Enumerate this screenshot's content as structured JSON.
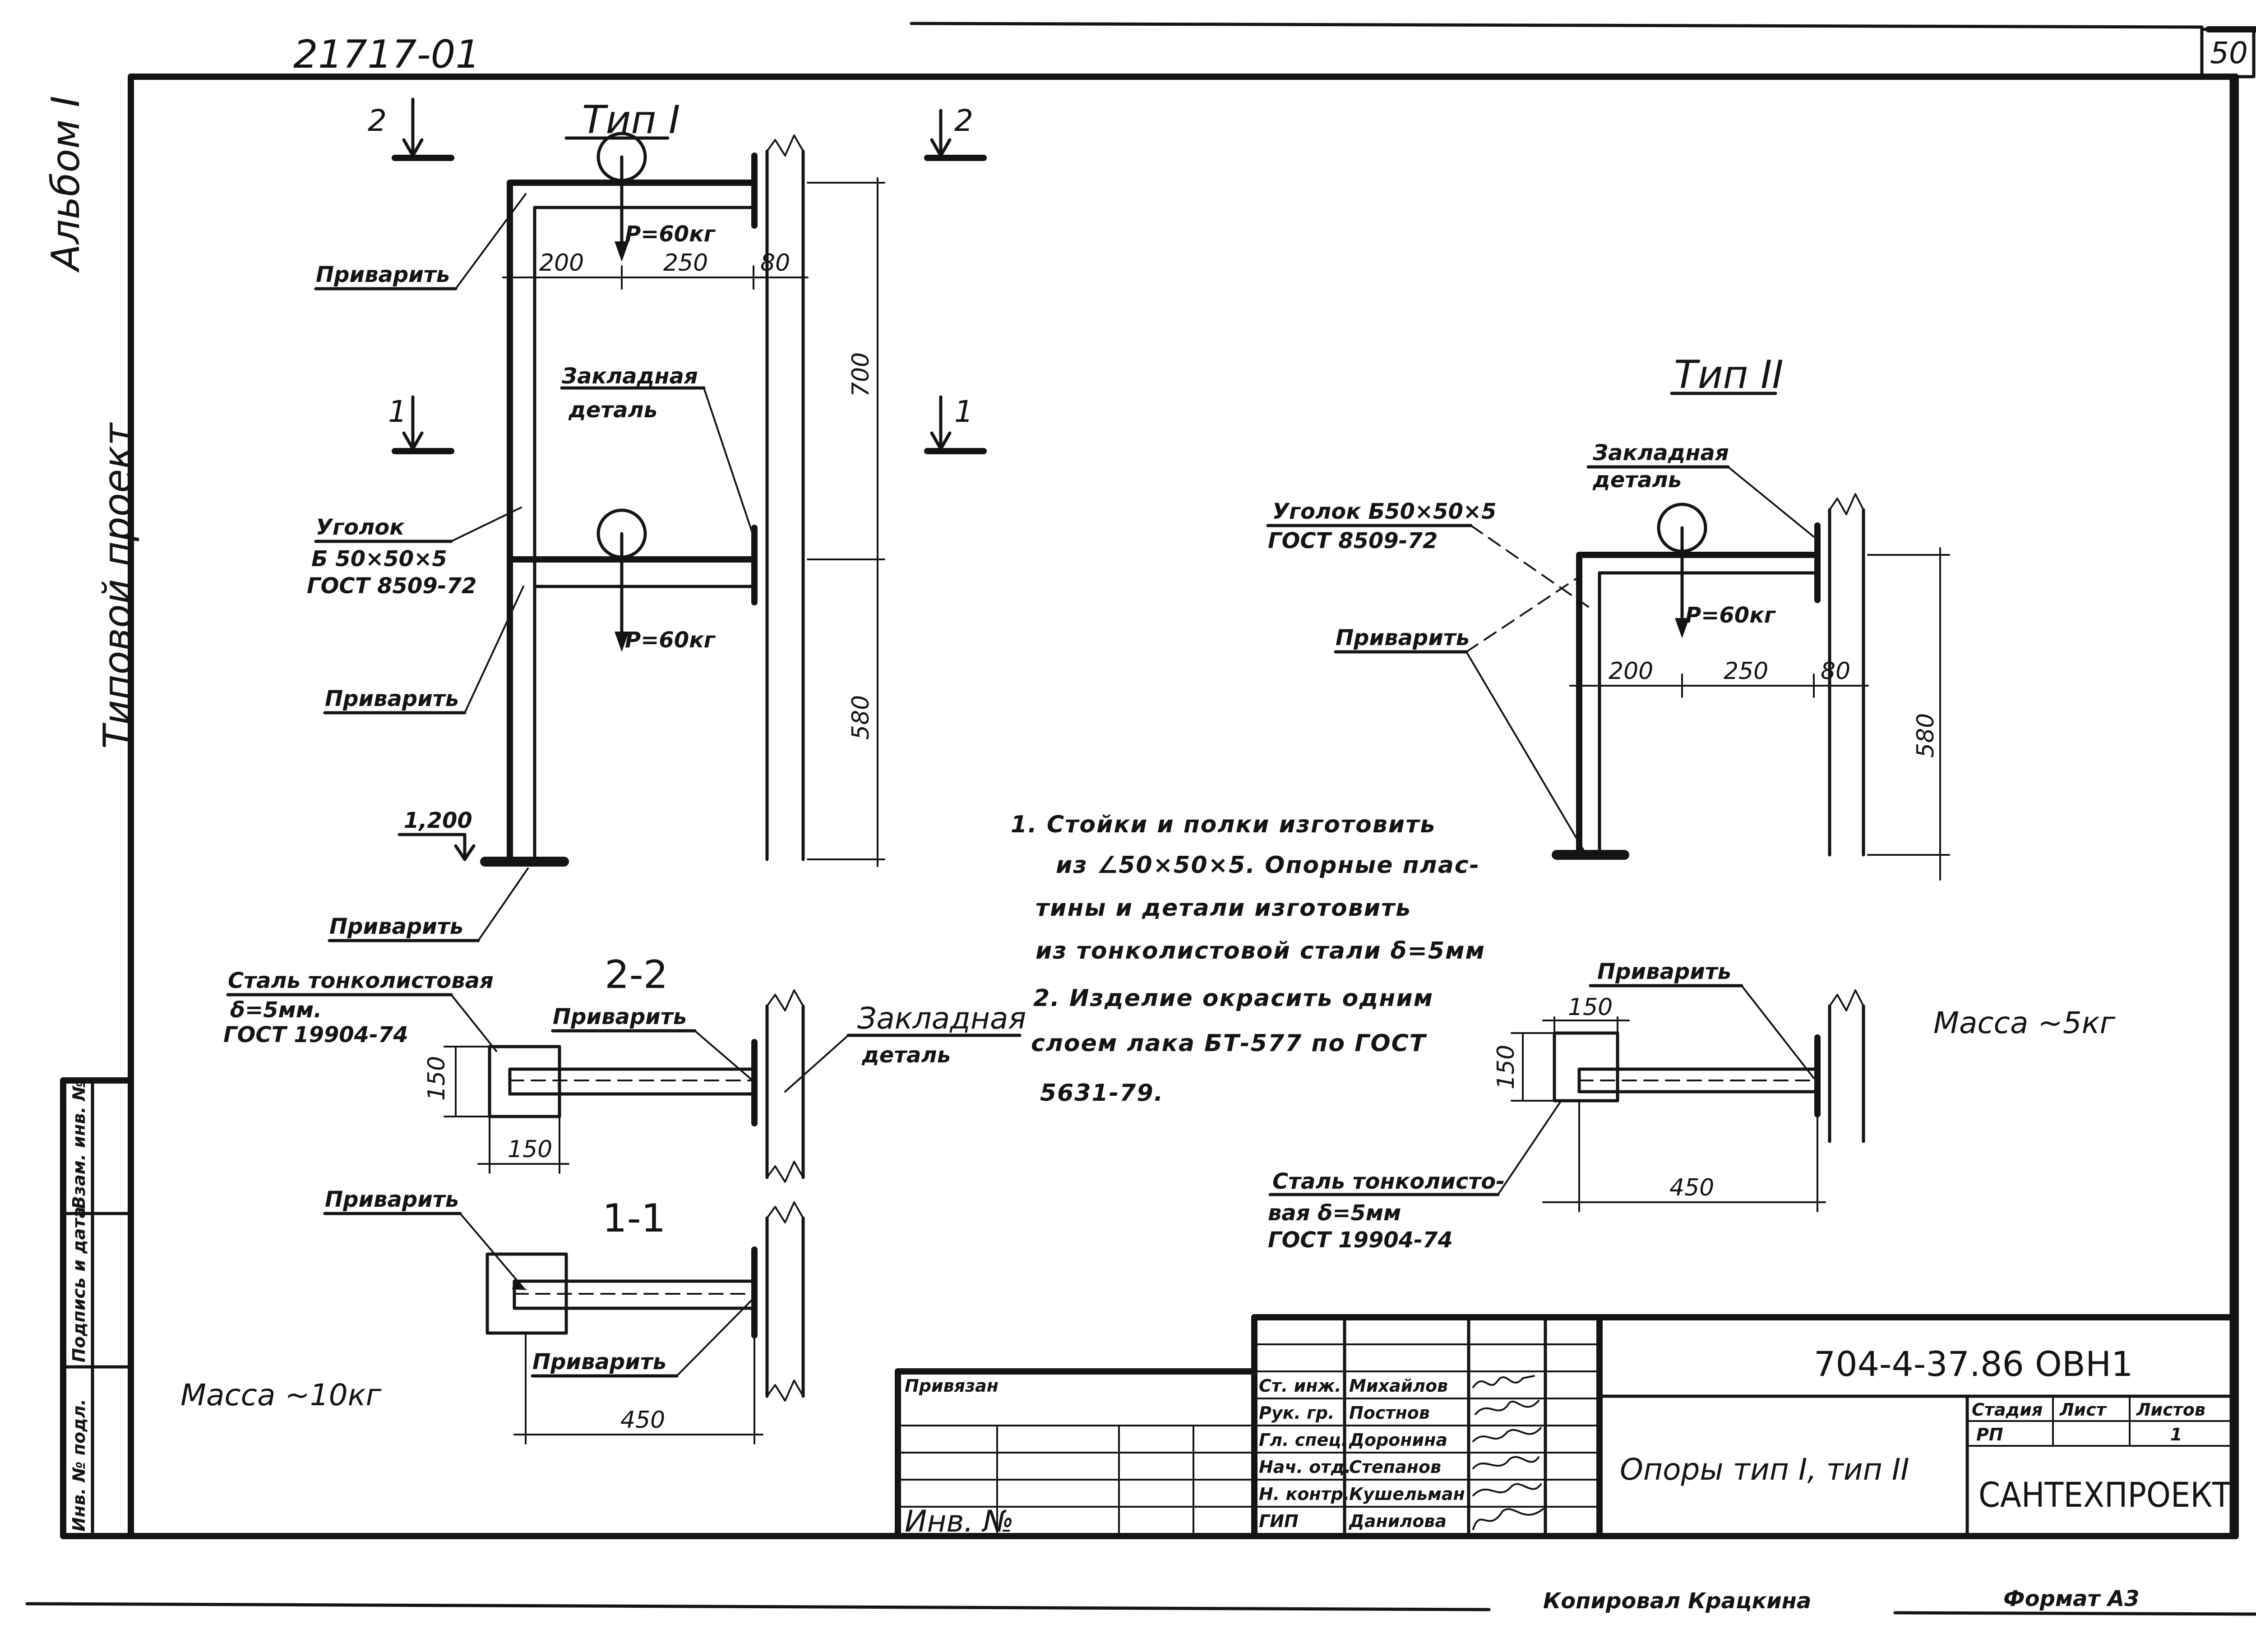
{
  "sheet": {
    "doc_ref": "21717-01",
    "sheet_no": "50",
    "album": "Альбом I",
    "project_kind": "Типовой проект"
  },
  "type1": {
    "title": "Тип I",
    "section_marks": [
      "2",
      "2",
      "1",
      "1"
    ],
    "load_top": "P=60кг",
    "load_mid": "P=60кг",
    "dims": [
      "200",
      "250",
      "80",
      "700",
      "580"
    ],
    "weld_1": "Приварить",
    "embedded_1": "Закладная",
    "embedded_2": "деталь",
    "angle_1": "Уголок",
    "angle_2": "Б 50×50×5",
    "angle_3": "ГОСТ 8509-72",
    "weld_2": "Приварить",
    "level": "1,200",
    "weld_3": "Приварить"
  },
  "section22": {
    "title": "2-2",
    "plate_1": "Сталь тонколистовая",
    "plate_2": "δ=5мм.",
    "plate_3": "ГОСТ 19904-74",
    "weld": "Приварить",
    "embedded_1": "Закладная",
    "embedded_2": "деталь",
    "dims": [
      "150",
      "150"
    ]
  },
  "section11": {
    "title": "1-1",
    "weld_1": "Приварить",
    "weld_2": "Приварить",
    "dim": "450",
    "mass": "Масса ~10кг"
  },
  "type2": {
    "title": "Тип II",
    "embedded_1": "Закладная",
    "embedded_2": "деталь",
    "angle_1": "Уголок Б50×50×5",
    "angle_2": "ГОСТ 8509-72",
    "load": "P=60кг",
    "weld": "Приварить",
    "dims": [
      "200",
      "250",
      "80",
      "580"
    ]
  },
  "section2": {
    "weld": "Приварить",
    "dims": [
      "150",
      "150",
      "450"
    ],
    "plate_1": "Сталь тонколисто-",
    "plate_2": "вая δ=5мм",
    "plate_3": "ГОСТ 19904-74",
    "mass": "Масса ~5кг"
  },
  "notes": [
    "1. Стойки и полки изготовить",
    "из ∠50×50×5. Опорные плас-",
    "тины и детали изготовить",
    "из тонколистовой стали δ=5мм",
    "2. Изделие окрасить одним",
    "слоем лака БТ-577 по ГОСТ",
    "5631-79."
  ],
  "title_block": {
    "designation": "704-4-37.86 ОВН1",
    "bound": "Привязан",
    "inv_no": "Инв. №",
    "roles": [
      "Ст. инж.",
      "Рук. гр.",
      "Гл. спец.",
      "Нач. отд.",
      "Н. контр.",
      "ГИП"
    ],
    "names": [
      "Михайлов",
      "Постнов",
      "Доронина",
      "Степанов",
      "Кушельман",
      "Данилова"
    ],
    "drawing_title": "Опоры тип I, тип II",
    "stage_h": "Стадия",
    "sheet_h": "Лист",
    "sheets_h": "Листов",
    "stage": "РП",
    "sheet_val": "1",
    "org": "САНТЕХПРОЕКТ"
  },
  "margin_stamp": [
    "Инв. № подл.",
    "Подпись и дата",
    "Взам. инв. №"
  ],
  "footer": {
    "copied": "Копировал Крацкина",
    "format": "Формат А3"
  }
}
